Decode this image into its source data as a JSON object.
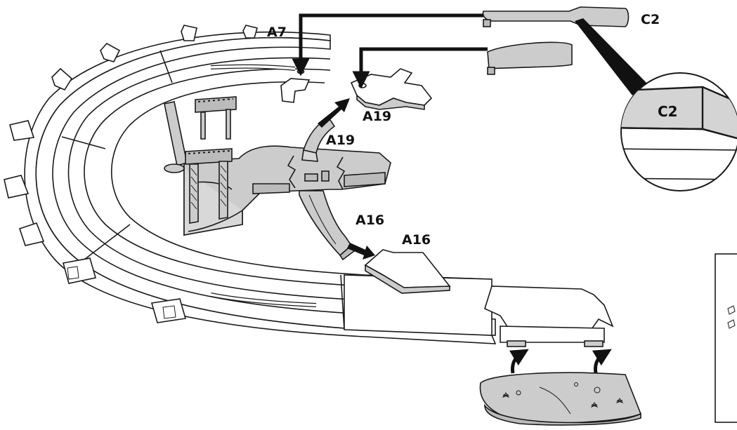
{
  "colors": {
    "track_fill": "#ffffff",
    "part_fill": "#cccccc",
    "inset_fill": "#d4d4d4",
    "outline": "#1a1a1a",
    "arrow": "#111111"
  },
  "labels": {
    "a7": "A7",
    "c2": "C2",
    "c2_zoom": "C2",
    "a19_top": "A19",
    "a19_mid": "A19",
    "a16_ramp": "A16",
    "a16_target": "A16"
  }
}
